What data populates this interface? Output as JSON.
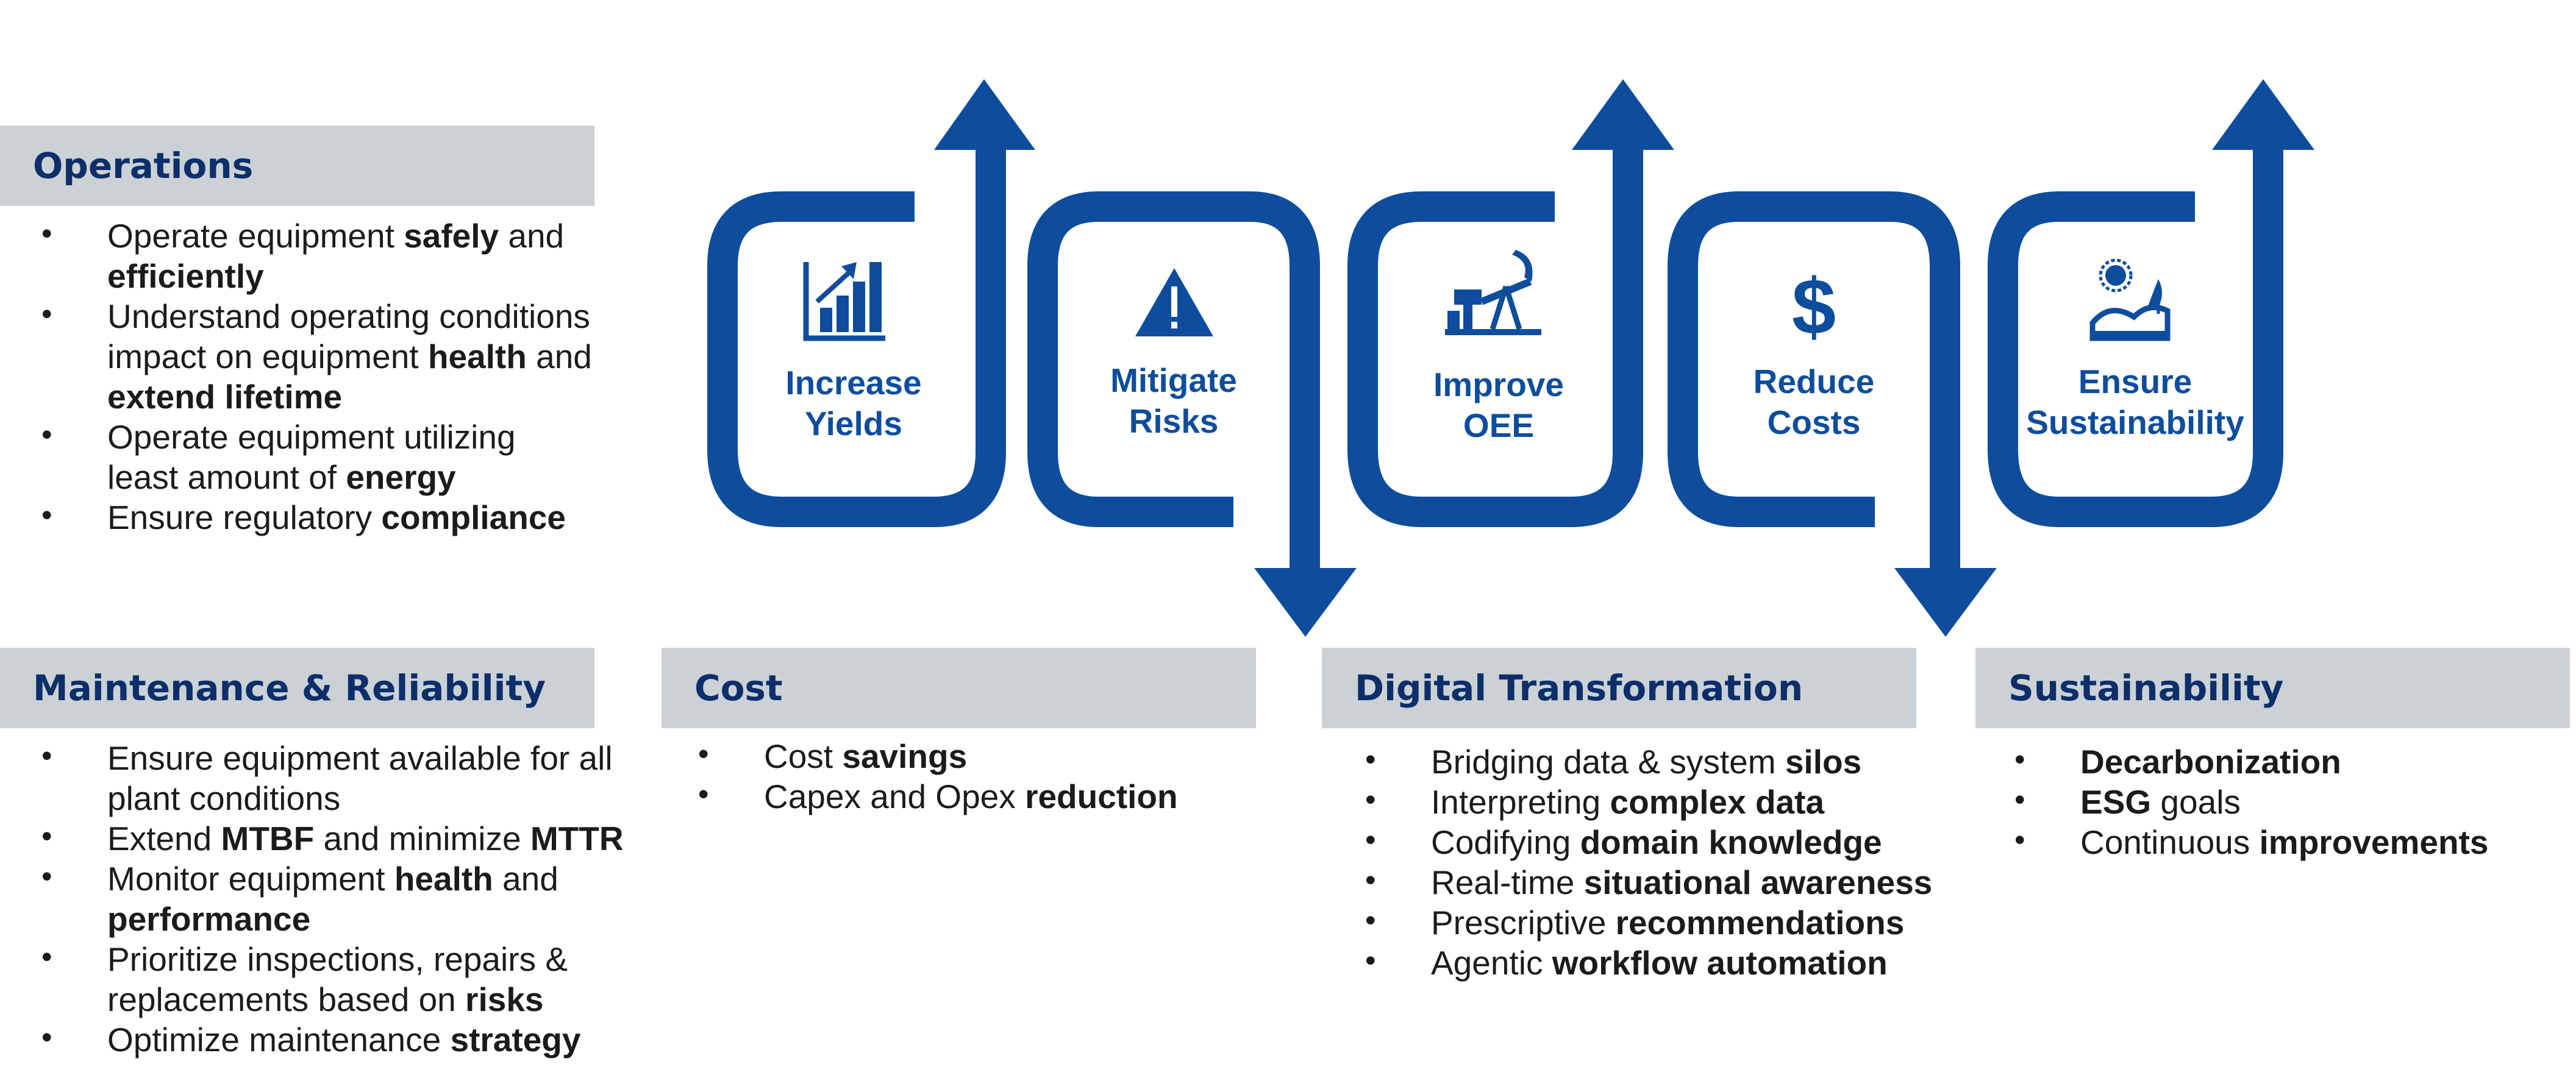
{
  "diagram": {
    "steps": [
      {
        "line1": "Increase",
        "line2": "Yields",
        "icon": "chart-up-icon"
      },
      {
        "line1": "Mitigate",
        "line2": "Risks",
        "icon": "warning-icon"
      },
      {
        "line1": "Improve",
        "line2": "OEE",
        "icon": "oil-pump-icon"
      },
      {
        "line1": "Reduce",
        "line2": "Costs",
        "icon": "dollar-icon"
      },
      {
        "line1": "Ensure",
        "line2": "Sustainability",
        "icon": "sustainability-icon"
      }
    ],
    "color": "#0e4d9e"
  },
  "operations": {
    "title": "Operations",
    "items": [
      [
        {
          "t": "Operate equipment "
        },
        {
          "t": "safely",
          "b": true
        },
        {
          "t": " and "
        },
        {
          "t": "efficiently",
          "b": true
        }
      ],
      [
        {
          "t": "Understand operating conditions impact on equipment "
        },
        {
          "t": "health",
          "b": true
        },
        {
          "t": " and "
        },
        {
          "t": "extend lifetime",
          "b": true
        }
      ],
      [
        {
          "t": "Operate equipment utilizing least amount of "
        },
        {
          "t": "energy",
          "b": true
        }
      ],
      [
        {
          "t": "Ensure regulatory "
        },
        {
          "t": "compliance",
          "b": true
        }
      ]
    ]
  },
  "maintenance": {
    "title": "Maintenance & Reliability",
    "items": [
      [
        {
          "t": "Ensure equipment available for all plant conditions"
        }
      ],
      [
        {
          "t": "Extend "
        },
        {
          "t": "MTBF",
          "b": true
        },
        {
          "t": " and minimize "
        },
        {
          "t": "MTTR",
          "b": true
        }
      ],
      [
        {
          "t": "Monitor equipment "
        },
        {
          "t": "health",
          "b": true
        },
        {
          "t": " and "
        },
        {
          "t": "performance",
          "b": true
        }
      ],
      [
        {
          "t": "Prioritize inspections, repairs & replacements based on "
        },
        {
          "t": "risks",
          "b": true
        }
      ],
      [
        {
          "t": "Optimize maintenance "
        },
        {
          "t": "strategy",
          "b": true
        }
      ]
    ]
  },
  "cost": {
    "title": "Cost",
    "items": [
      [
        {
          "t": "Cost "
        },
        {
          "t": "savings",
          "b": true
        }
      ],
      [
        {
          "t": "Capex and Opex "
        },
        {
          "t": "reduction",
          "b": true
        }
      ]
    ]
  },
  "digital": {
    "title": "Digital Transformation",
    "items": [
      [
        {
          "t": "Bridging data & system "
        },
        {
          "t": "silos",
          "b": true
        }
      ],
      [
        {
          "t": "Interpreting "
        },
        {
          "t": "complex data",
          "b": true
        }
      ],
      [
        {
          "t": "Codifying "
        },
        {
          "t": "domain knowledge",
          "b": true
        }
      ],
      [
        {
          "t": "Real-time "
        },
        {
          "t": "situational awareness",
          "b": true
        }
      ],
      [
        {
          "t": "Prescriptive "
        },
        {
          "t": "recommendations",
          "b": true
        }
      ],
      [
        {
          "t": "Agentic "
        },
        {
          "t": "workflow automation",
          "b": true
        }
      ]
    ]
  },
  "sustainability": {
    "title": "Sustainability",
    "items": [
      [
        {
          "t": "Decarbonization",
          "b": true
        }
      ],
      [
        {
          "t": "ESG",
          "b": true
        },
        {
          "t": " goals"
        }
      ],
      [
        {
          "t": "Continuous "
        },
        {
          "t": "improvements",
          "b": true
        }
      ]
    ]
  }
}
